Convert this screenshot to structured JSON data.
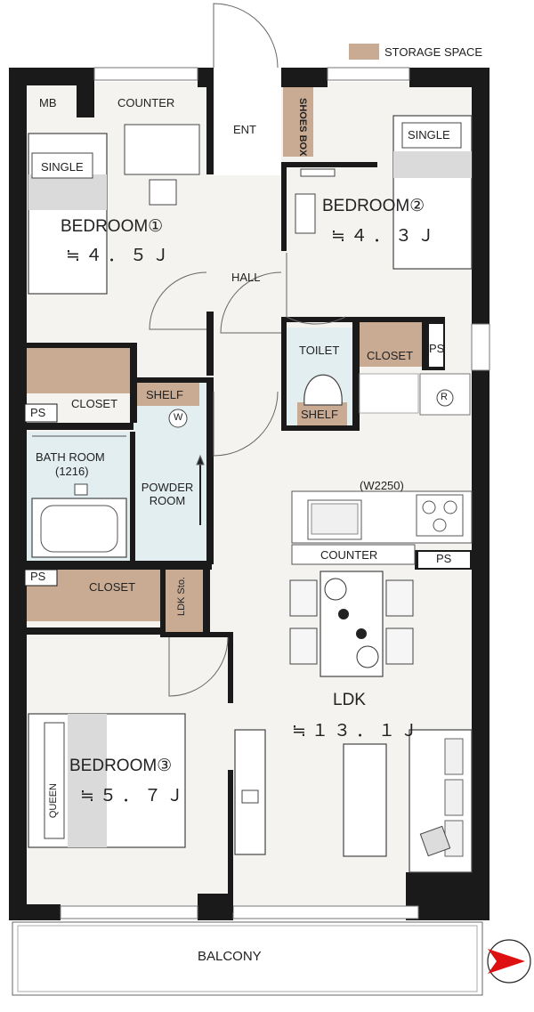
{
  "legend": {
    "label": "STORAGE SPACE",
    "color": "#c9ab94"
  },
  "rooms": {
    "bedroom1": {
      "name": "BEDROOM①",
      "area": "≒４．５Ｊ"
    },
    "bedroom2": {
      "name": "BEDROOM②",
      "area": "≒４．３Ｊ"
    },
    "bedroom3": {
      "name": "BEDROOM③",
      "area": "≒５．７Ｊ"
    },
    "ldk": {
      "name": "LDK",
      "area": "≒１３．１Ｊ"
    }
  },
  "labels": {
    "mb": "MB",
    "counter_top": "COUNTER",
    "ent": "ENT",
    "shoes_box": "SHOES BOX",
    "single1": "SINGLE",
    "single2": "SINGLE",
    "hall": "HALL",
    "toilet": "TOILET",
    "closet_toilet": "CLOSET",
    "ps_right": "PS",
    "shelf_toilet": "SHELF",
    "closet_b1": "CLOSET",
    "ps_left1": "PS",
    "shelf_wash": "SHELF",
    "washer": "W",
    "fridge": "R",
    "bath": "BATH ROOM",
    "bath_size": "(1216)",
    "powder": "POWDER ROOM",
    "kitchen_width": "(W2250)",
    "counter_kitchen": "COUNTER",
    "ps_kitchen": "PS",
    "ps_left2": "PS",
    "closet_b3": "CLOSET",
    "ldk_storage": "LDK Sto.",
    "queen": "QUEEN",
    "balcony": "BALCONY"
  },
  "colors": {
    "wall": "#1a1a1a",
    "floor": "#f4f3ef",
    "storage": "#c9ab94",
    "bath": "#e3eef0",
    "furniture": "#d9d9d9"
  }
}
